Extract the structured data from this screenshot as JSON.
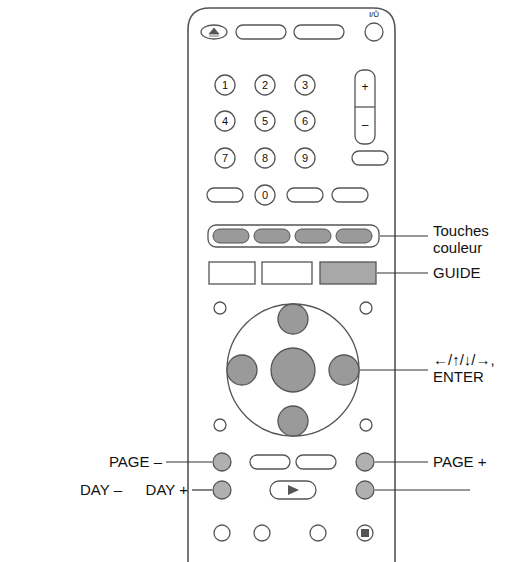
{
  "diagram": {
    "labels": [
      "I/Ů",
      "1",
      "2",
      "3",
      "4",
      "5",
      "6",
      "7",
      "8",
      "9",
      "0",
      "+",
      "–",
      "Touches couleur",
      "GUIDE",
      "←/↑/↓/→, ENTER",
      "PAGE –",
      "PAGE +",
      "DAY –",
      "DAY +"
    ]
  }
}
